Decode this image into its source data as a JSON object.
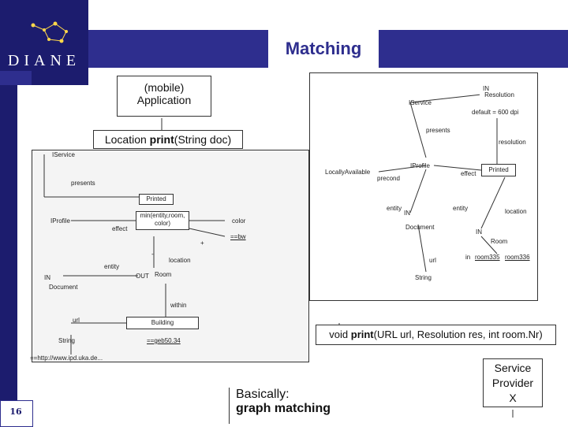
{
  "header": {
    "title": "Matching",
    "logo_text": "DIANE",
    "page_number": "16"
  },
  "callouts": {
    "mobile_app": "(mobile)\nApplication",
    "location_print_prefix": "Location ",
    "location_print_bold": "print",
    "location_print_suffix": "(String doc)",
    "void_print_prefix": "void ",
    "void_print_bold": "print",
    "void_print_suffix": "(URL url, Resolution res, int room.Nr)",
    "basically_line1": "Basically:",
    "basically_line2": "graph matching",
    "provider": "Service\nProvider\nX"
  },
  "right_graph": {
    "in_label": "IN",
    "resolution": "Resolution",
    "iservice": "IService",
    "default": "default = 600 dpi",
    "presents": "presents",
    "resolution_edge": "resolution",
    "iprofile": "IProfile",
    "locally_available": "LocallyAvailable",
    "precond": "precond",
    "effect": "effect",
    "printed": "Printed",
    "entity_1": "entity",
    "entity_2": "entity",
    "in_2": "IN",
    "document": "Document",
    "location": "location",
    "in_3": "IN",
    "room": "Room",
    "in_rooms": "in",
    "room335": "room335",
    "room336": "room336",
    "url": "url",
    "string": "String"
  },
  "left_graph": {
    "iservice": "IService",
    "presents": "presents",
    "printed": "Printed",
    "iprofile": "IProfile",
    "effect": "effect",
    "min_expr": "min(entity,room,\ncolor)",
    "color": "color",
    "bw": "==bw",
    "plus": "+",
    "minus": "-",
    "location": "location",
    "entity": "entity",
    "in_label": "IN",
    "document": "Document",
    "out_label": "OUT",
    "room": "Room",
    "within": "within",
    "url": "url",
    "building": "Building",
    "string": "String",
    "geb": "==geb50.34",
    "http": "==http://www.ipd.uka.de..."
  }
}
